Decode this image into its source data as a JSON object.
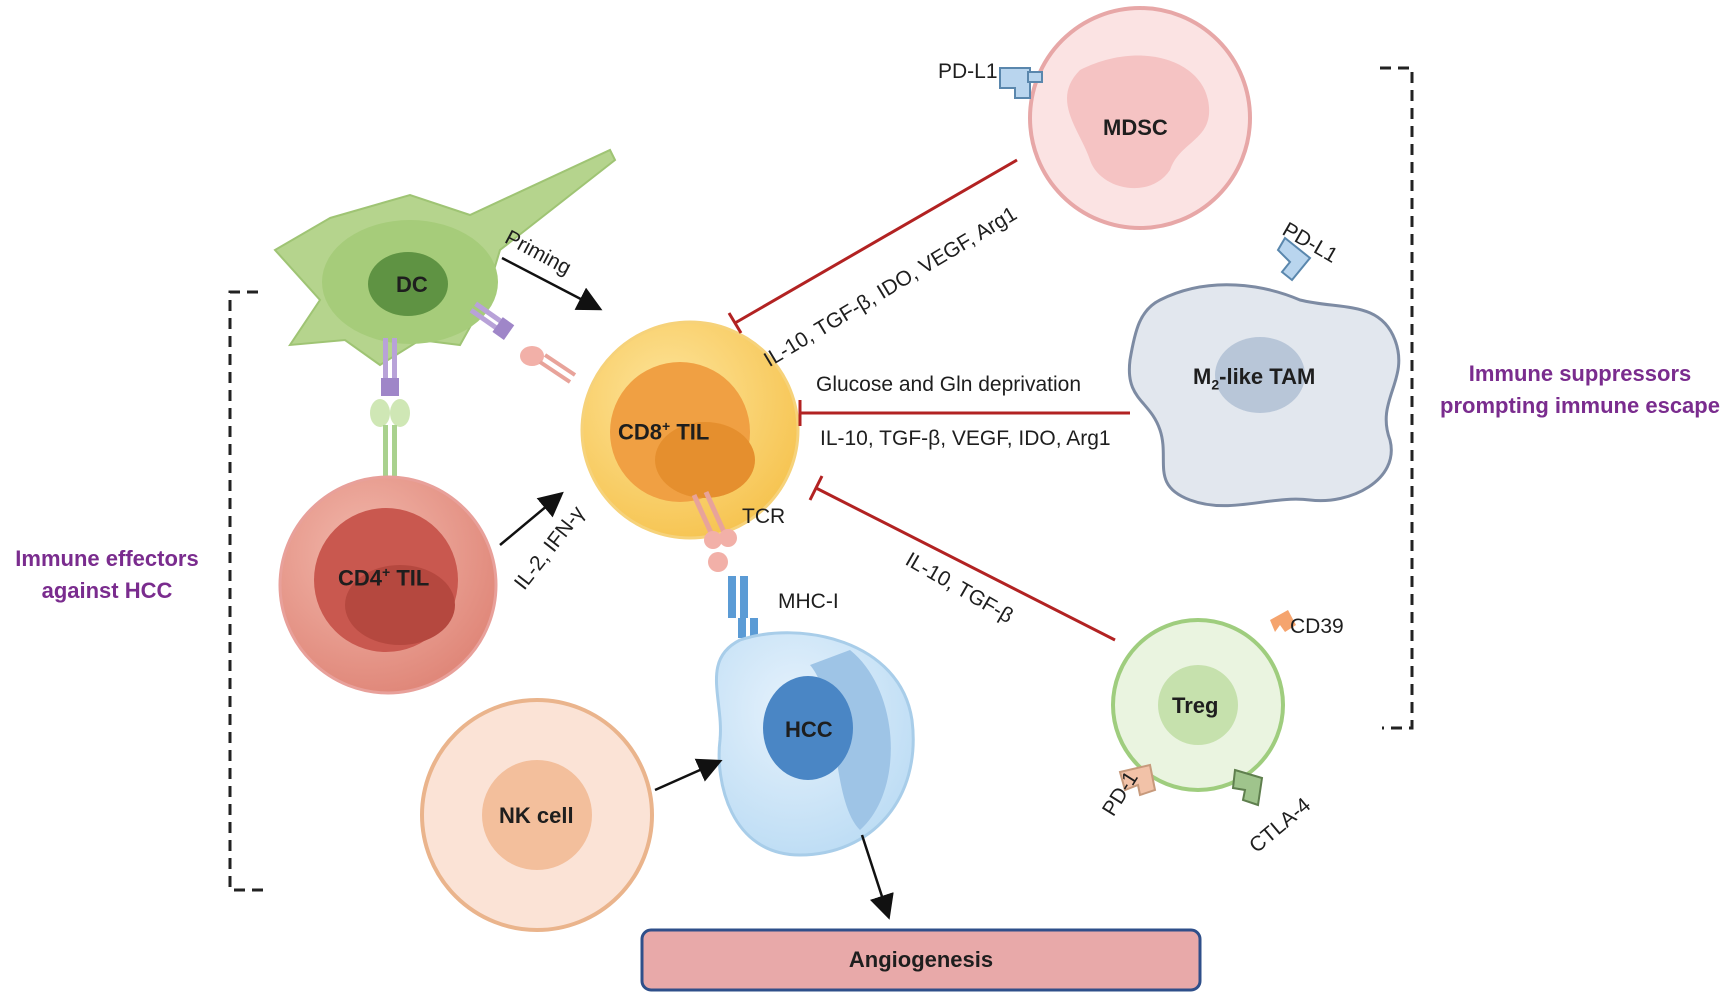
{
  "cells": {
    "dc": "DC",
    "cd8_main": "CD8",
    "cd8_sup": "+",
    "cd8_suffix": " TIL",
    "cd4_main": "CD4",
    "cd4_sup": "+",
    "cd4_suffix": " TIL",
    "hcc": "HCC",
    "nk": "NK cell",
    "mdsc": "MDSC",
    "tam_pre": "M",
    "tam_sub": "2",
    "tam_suffix": "-like TAM",
    "treg": "Treg"
  },
  "receptors": {
    "pdl1_mdsc": "PD-L1",
    "pdl1_tam": "PD-L1",
    "tcr": "TCR",
    "mhc": "MHC-I",
    "cd39": "CD39",
    "pd1": "PD-1",
    "ctla4": "CTLA-4"
  },
  "arrows": {
    "priming": "Priming",
    "il2": "IL-2, IFN-γ",
    "mdsc_factors": "IL-10, TGF-β, IDO, VEGF, Arg1",
    "glucose": "Glucose and Gln deprivation",
    "tam_factors": "IL-10, TGF-β, VEGF, IDO, Arg1",
    "treg_factors": "IL-10, TGF-β"
  },
  "groups": {
    "effectors_line1": "Immune effectors",
    "effectors_line2": "against HCC",
    "suppressors_line1": "Immune suppressors",
    "suppressors_line2": "prompting immune escape"
  },
  "outcome": {
    "angiogenesis": "Angiogenesis"
  },
  "colors": {
    "inhibit_line": "#b22222",
    "group_text": "#7a2c8e",
    "angiogenesis_fill": "#e8a9a9",
    "angiogenesis_border": "#2f4f8a"
  }
}
